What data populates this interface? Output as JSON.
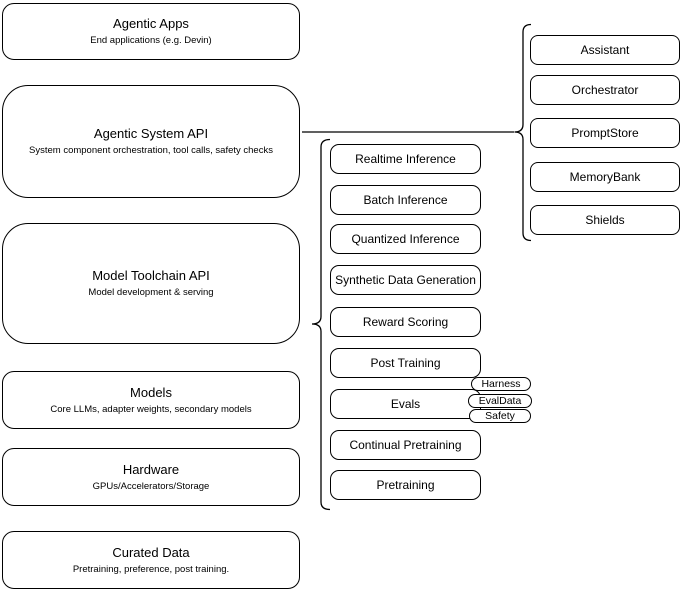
{
  "left_column": {
    "boxes": [
      {
        "title": "Agentic Apps",
        "subtitle": "End applications (e.g. Devin)"
      },
      {
        "title": "Agentic System API",
        "subtitle": "System component orchestration, tool calls, safety checks"
      },
      {
        "title": "Model Toolchain API",
        "subtitle": "Model development & serving"
      },
      {
        "title": "Models",
        "subtitle": "Core LLMs, adapter weights, secondary models"
      },
      {
        "title": "Hardware",
        "subtitle": "GPUs/Accelerators/Storage"
      },
      {
        "title": "Curated Data",
        "subtitle": "Pretraining, preference, post training."
      }
    ]
  },
  "toolchain_services": {
    "items": [
      {
        "label": "Realtime Inference"
      },
      {
        "label": "Batch Inference"
      },
      {
        "label": "Quantized Inference"
      },
      {
        "label": "Synthetic Data Generation"
      },
      {
        "label": "Reward Scoring"
      },
      {
        "label": "Post Training"
      },
      {
        "label": "Evals"
      },
      {
        "label": "Continual Pretraining"
      },
      {
        "label": "Pretraining"
      }
    ],
    "eval_tags": [
      {
        "label": "Harness"
      },
      {
        "label": "EvalData"
      },
      {
        "label": "Safety"
      }
    ]
  },
  "system_components": {
    "items": [
      {
        "label": "Assistant"
      },
      {
        "label": "Orchestrator"
      },
      {
        "label": "PromptStore"
      },
      {
        "label": "MemoryBank"
      },
      {
        "label": "Shields"
      }
    ]
  },
  "colors": {
    "stroke": "#000000",
    "background": "#ffffff",
    "text": "#000000"
  }
}
